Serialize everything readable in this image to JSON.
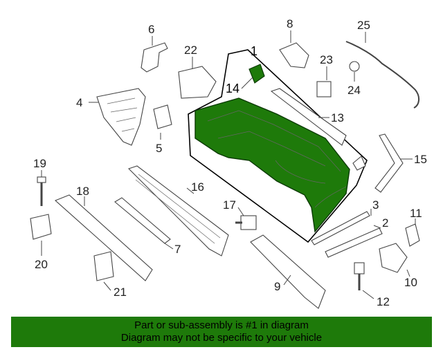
{
  "diagram": {
    "callouts": [
      {
        "id": "1",
        "label": "1"
      },
      {
        "id": "2",
        "label": "2"
      },
      {
        "id": "3",
        "label": "3"
      },
      {
        "id": "4",
        "label": "4"
      },
      {
        "id": "5",
        "label": "5"
      },
      {
        "id": "6",
        "label": "6"
      },
      {
        "id": "7",
        "label": "7"
      },
      {
        "id": "8",
        "label": "8"
      },
      {
        "id": "9",
        "label": "9"
      },
      {
        "id": "10",
        "label": "10"
      },
      {
        "id": "11",
        "label": "11"
      },
      {
        "id": "12",
        "label": "12"
      },
      {
        "id": "13",
        "label": "13"
      },
      {
        "id": "14",
        "label": "14"
      },
      {
        "id": "15",
        "label": "15"
      },
      {
        "id": "16",
        "label": "16"
      },
      {
        "id": "17",
        "label": "17"
      },
      {
        "id": "18",
        "label": "18"
      },
      {
        "id": "19",
        "label": "19"
      },
      {
        "id": "20",
        "label": "20"
      },
      {
        "id": "21",
        "label": "21"
      },
      {
        "id": "22",
        "label": "22"
      },
      {
        "id": "23",
        "label": "23"
      },
      {
        "id": "24",
        "label": "24"
      },
      {
        "id": "25",
        "label": "25"
      }
    ],
    "highlight_color": "#1e7a0a",
    "line_color": "#444444"
  },
  "footer": {
    "line1": "Part or sub-assembly is #1 in diagram",
    "line2": "Diagram may not be specific to your vehicle",
    "background": "#1e7a0a"
  }
}
